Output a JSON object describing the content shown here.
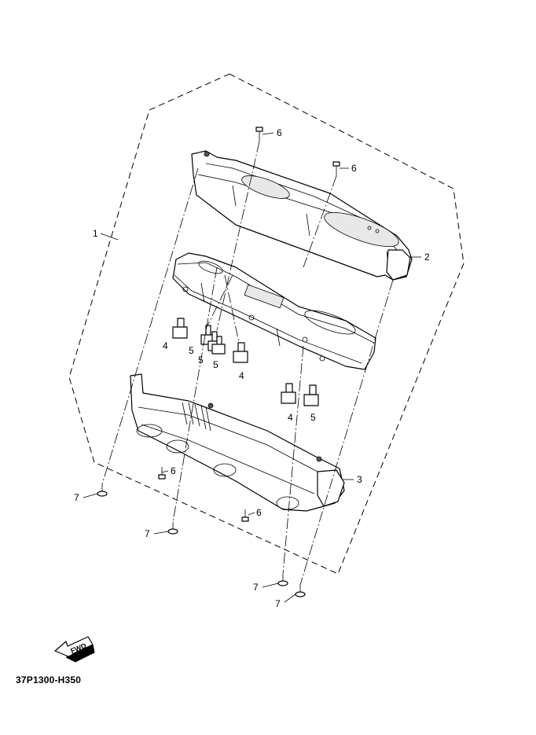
{
  "diagram_code": "37P1300-H350",
  "fwd_label": "FWD",
  "callouts": {
    "c1": "1",
    "c2": "2",
    "c3": "3",
    "c4a": "4",
    "c4b": "4",
    "c4c": "4",
    "c5a": "5",
    "c5b": "5",
    "c5c": "5",
    "c5d": "5",
    "c6a": "6",
    "c6b": "6",
    "c6c": "6",
    "c6d": "6",
    "c7a": "7",
    "c7b": "7",
    "c7c": "7",
    "c7d": "7"
  }
}
